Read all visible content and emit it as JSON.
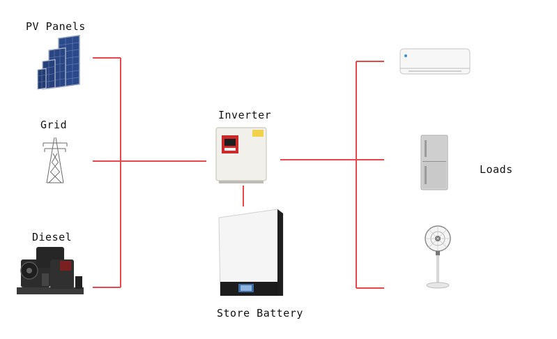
{
  "labels": {
    "pv_panels": "PV Panels",
    "grid": "Grid",
    "diesel": "Diesel",
    "inverter": "Inverter",
    "store_battery": "Store Battery",
    "loads": "Loads"
  },
  "colors": {
    "connector": "#e8474b",
    "background": "#ffffff"
  },
  "icons": {
    "sources": [
      "solar-panel-icon",
      "power-pylon-icon",
      "diesel-generator-icon"
    ],
    "center": [
      "inverter-icon",
      "battery-icon"
    ],
    "loads": [
      "air-conditioner-icon",
      "refrigerator-icon",
      "electric-fan-icon"
    ]
  }
}
